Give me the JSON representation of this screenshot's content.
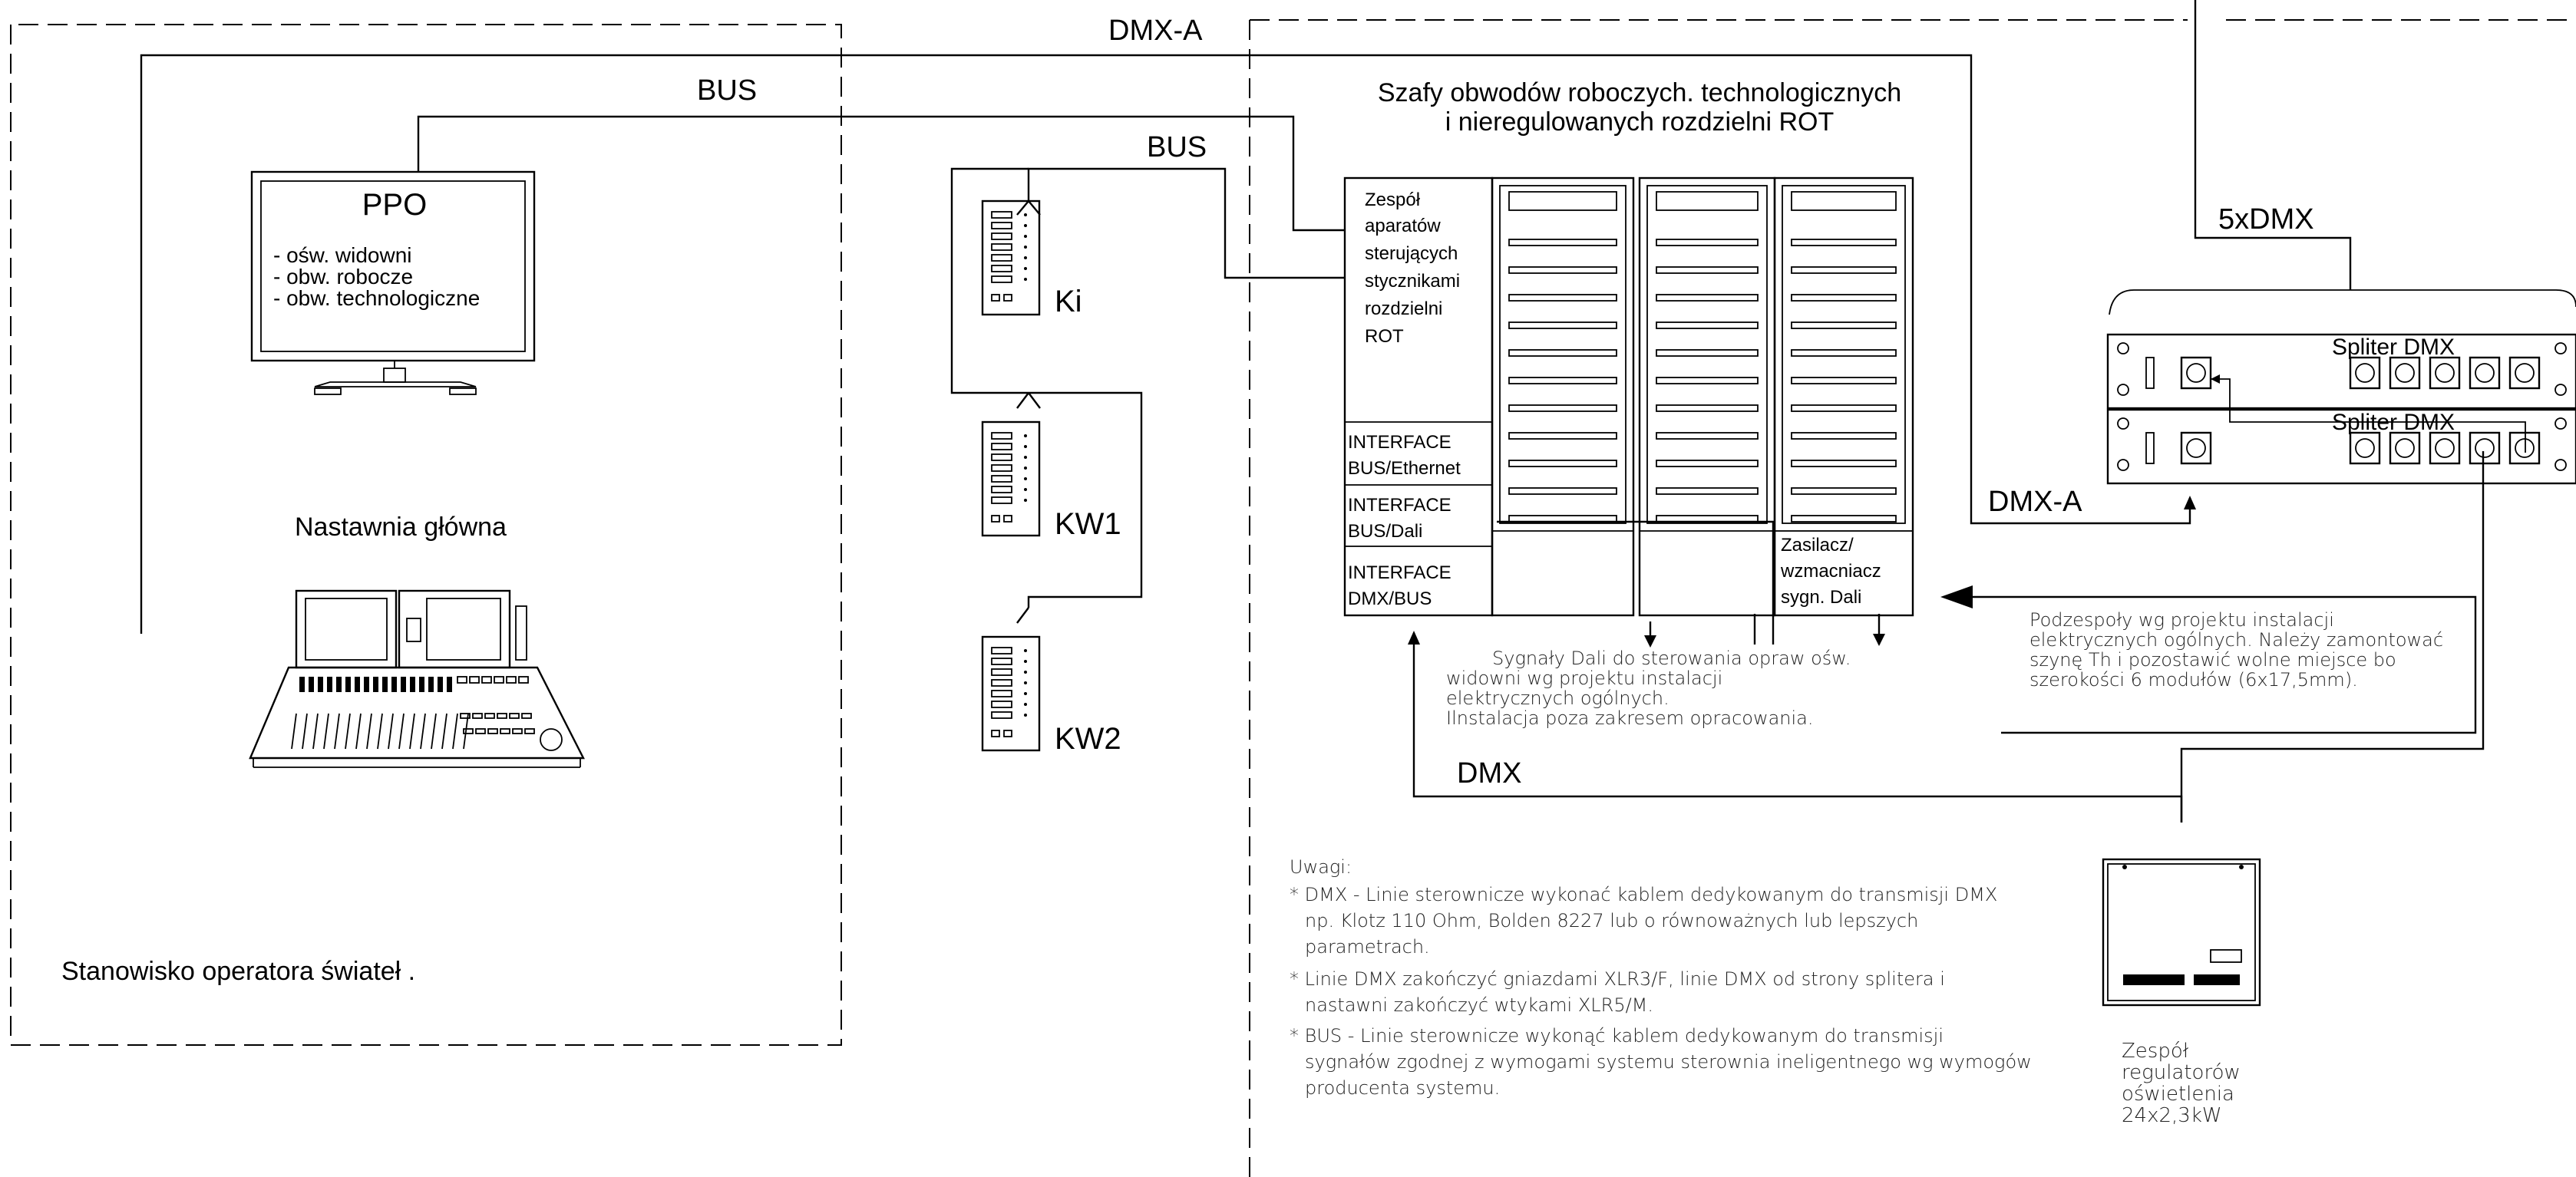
{
  "labels": {
    "dmx_a_top": "DMX-A",
    "bus_left": "BUS",
    "bus_mid": "BUS",
    "dmx_a_right": "DMX-A",
    "dmx_bottom": "DMX",
    "five_dmx": "5xDMX"
  },
  "ppo": {
    "title": "PPO",
    "items": [
      "- ośw. widowni",
      "- obw. robocze",
      "- obw. technologiczne"
    ]
  },
  "nastawnia": "Nastawnia główna",
  "stanowisko": "Stanowisko operatora świateł .",
  "panels": {
    "ki": "Ki",
    "kw1": "KW1",
    "kw2": "KW2"
  },
  "cabinets": {
    "title_lines": [
      "Szafy obwodów roboczych. technologicznych",
      "i nieregulowanych rozdzielni ROT"
    ],
    "zespol_lines": [
      "Zespół",
      "aparatów",
      "sterujących",
      "stycznikami",
      "rozdzielni",
      "ROT"
    ],
    "interfaces": [
      [
        "INTERFACE",
        "BUS/Ethernet"
      ],
      [
        "INTERFACE",
        "BUS/Dali"
      ],
      [
        "INTERFACE",
        "DMX/BUS"
      ]
    ],
    "zasilacz_lines": [
      "Zasilacz/",
      "wzmacniacz",
      "sygn. Dali"
    ]
  },
  "splitters": [
    "Spliter DMX",
    "Spliter DMX"
  ],
  "dali_note": [
    "Sygnały Dali do sterowania opraw ośw.",
    "widowni wg projektu instalacji",
    "elektrycznych ogólnych.",
    "Ilnstalacja poza zakresem opracowania."
  ],
  "podzespoly_note": [
    "Podzespoły wg projektu instalacji",
    "elektrycznych ogólnych. Należy zamontować",
    "szynę Th i pozostawić wolne miejsce bo",
    "szerokości 6 modułów (6x17,5mm)."
  ],
  "regulatory": [
    "Zespół",
    "regulatorów",
    "oświetlenia",
    "24x2,3kW"
  ],
  "uwagi": {
    "title": "Uwagi:",
    "lines": [
      "* DMX - Linie sterownicze wykonać kablem dedykowanym do transmisji DMX",
      "np. Klotz 110 Ohm, Bolden 8227 lub o równoważnych lub lepszych",
      "parametrach.",
      "* Linie DMX zakończyć  gniazdami XLR3/F, linie DMX od strony splitera i",
      "nastawni zakończyć wtykami XLR5/M.",
      "* BUS - Linie sterownicze wykonąć kablem dedykowanym do transmisji",
      "sygnałów zgodnej z wymogami systemu sterownia ineligentnego wg wymogów",
      "producenta systemu."
    ]
  }
}
